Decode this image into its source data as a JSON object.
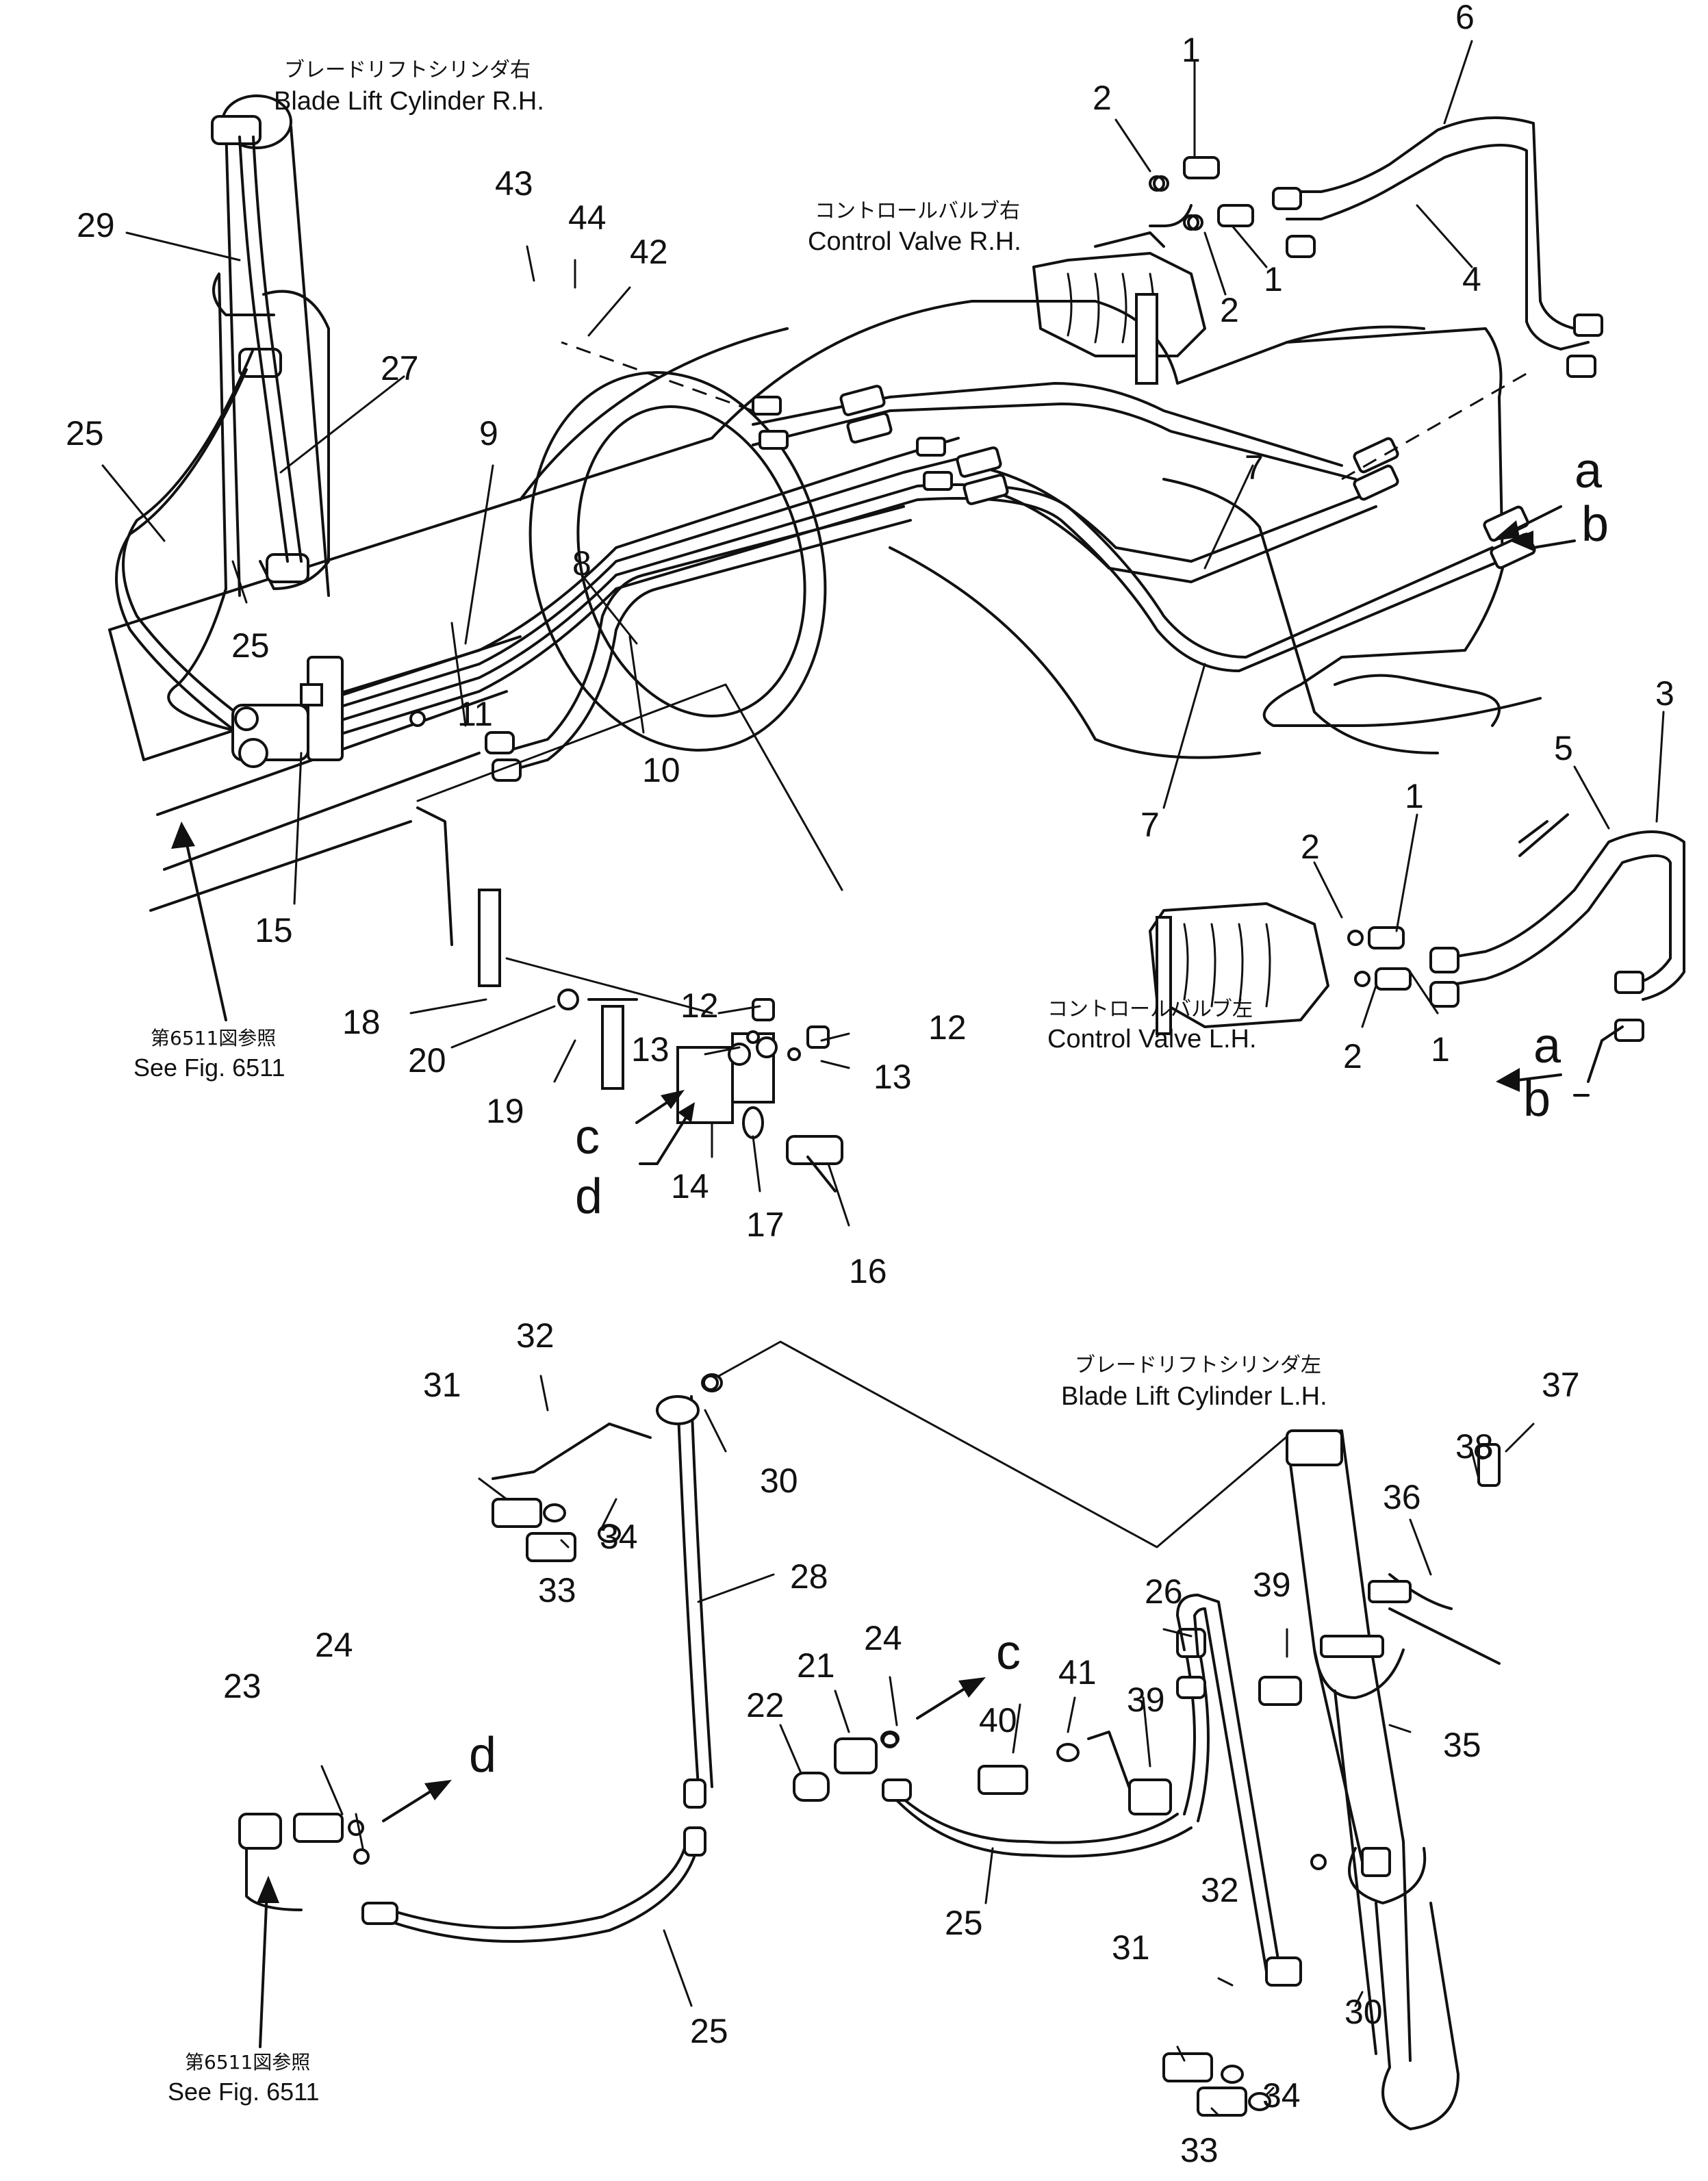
{
  "captions": {
    "lift_rh_jp": "ブレードリフトシリンダ右",
    "lift_rh_en": "Blade Lift Cylinder R.H.",
    "cv_rh_jp": "コントロールバルブ右",
    "cv_rh_en": "Control Valve R.H.",
    "cv_lh_jp": "コントロールバルブ左",
    "cv_lh_en": "Control Valve L.H.",
    "lift_lh_jp": "ブレードリフトシリンダ左",
    "lift_lh_en": "Blade Lift Cylinder L.H.",
    "ref1_jp": "第6511図参照",
    "ref1_en": "See Fig. 6511",
    "ref2_jp": "第6511図参照",
    "ref2_en": "See Fig. 6511"
  },
  "connection_letters": {
    "a_right_top": "a",
    "b_right_top": "b",
    "a_right_mid": "a",
    "b_right_mid": "b",
    "c_mid": "c",
    "d_mid": "d",
    "c_bottom": "c",
    "d_bottom": "d"
  },
  "callouts": {
    "c1_top": "1",
    "c2_top": "2",
    "c6": "6",
    "c1_top_b": "1",
    "c2_top_b": "2",
    "c4": "4",
    "c43": "43",
    "c44": "44",
    "c42": "42",
    "c29": "29",
    "c27": "27",
    "c25_a": "25",
    "c9": "9",
    "c8": "8",
    "c25_b": "25",
    "c11": "11",
    "c10": "10",
    "c7_a": "7",
    "c7_b": "7",
    "c15": "15",
    "c3": "3",
    "c5": "5",
    "c1_mid": "1",
    "c2_mid": "2",
    "c1_mid_b": "1",
    "c2_mid_b": "2",
    "c12_a": "12",
    "c13_a": "13",
    "c12_b": "12",
    "c13_b": "13",
    "c18": "18",
    "c20": "20",
    "c19": "19",
    "c14": "14",
    "c17": "17",
    "c16": "16",
    "c32_a": "32",
    "c31_a": "31",
    "c30_a": "30",
    "c34_a": "34",
    "c33_a": "33",
    "c28": "28",
    "c37": "37",
    "c38": "38",
    "c36": "36",
    "c39_a": "39",
    "c26": "26",
    "c24_a": "24",
    "c23": "23",
    "c24_b": "24",
    "c21": "21",
    "c22": "22",
    "c40": "40",
    "c41": "41",
    "c39_b": "39",
    "c35": "35",
    "c25_c": "25",
    "c25_d": "25",
    "c32_b": "32",
    "c31_b": "31",
    "c34_b": "34",
    "c33_b": "33",
    "c30_b": "30"
  }
}
